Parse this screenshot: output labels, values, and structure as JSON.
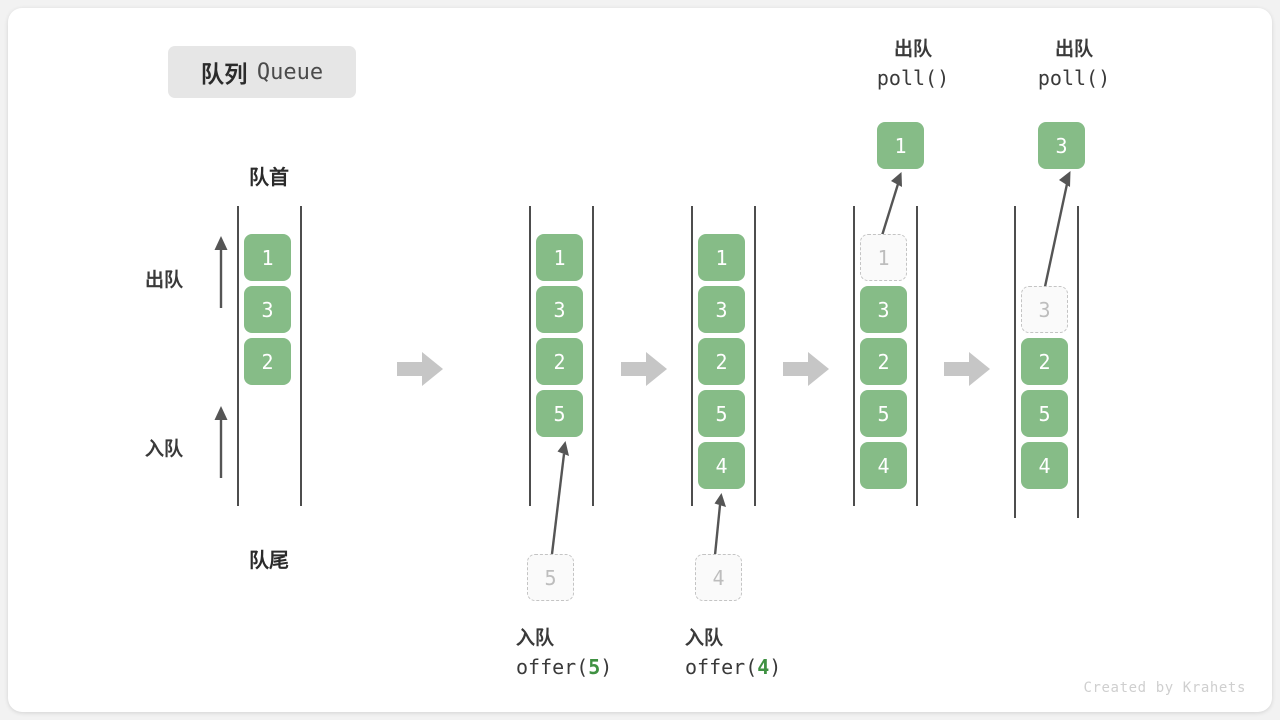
{
  "title": {
    "cn": "队列",
    "en": "Queue"
  },
  "labels": {
    "head": "队首",
    "tail": "队尾",
    "dequeue": "出队",
    "enqueue": "入队"
  },
  "colors": {
    "element_fill": "#86bc87",
    "element_text": "#ffffff",
    "ghost_border": "#c4c4c4",
    "ghost_text": "#bdbdbd",
    "rail": "#4d4d4d",
    "step_arrow": "#c6c6c6",
    "accent_code": "#3f9142",
    "chip_bg": "#e6e6e6",
    "card_bg": "#ffffff",
    "page_bg": "#f2f2f2"
  },
  "credit": "Created by Krahets",
  "columns": [
    {
      "id": "state-initial",
      "cells": [
        {
          "value": "1",
          "state": "filled"
        },
        {
          "value": "3",
          "state": "filled"
        },
        {
          "value": "2",
          "state": "filled"
        }
      ]
    },
    {
      "id": "state-after-offer-5",
      "cells": [
        {
          "value": "1",
          "state": "filled"
        },
        {
          "value": "3",
          "state": "filled"
        },
        {
          "value": "2",
          "state": "filled"
        },
        {
          "value": "5",
          "state": "filled"
        }
      ],
      "incoming": {
        "value": "5",
        "state": "ghost"
      },
      "caption": {
        "cn": "入队",
        "code_prefix": "offer(",
        "code_arg": "5",
        "code_suffix": ")"
      }
    },
    {
      "id": "state-after-offer-4",
      "cells": [
        {
          "value": "1",
          "state": "filled"
        },
        {
          "value": "3",
          "state": "filled"
        },
        {
          "value": "2",
          "state": "filled"
        },
        {
          "value": "5",
          "state": "filled"
        },
        {
          "value": "4",
          "state": "filled"
        }
      ],
      "incoming": {
        "value": "4",
        "state": "ghost"
      },
      "caption": {
        "cn": "入队",
        "code_prefix": "offer(",
        "code_arg": "4",
        "code_suffix": ")"
      }
    },
    {
      "id": "state-after-poll-1",
      "cells": [
        {
          "value": "1",
          "state": "ghost"
        },
        {
          "value": "3",
          "state": "filled"
        },
        {
          "value": "2",
          "state": "filled"
        },
        {
          "value": "5",
          "state": "filled"
        },
        {
          "value": "4",
          "state": "filled"
        }
      ],
      "outgoing": {
        "value": "1",
        "state": "filled"
      },
      "caption": {
        "cn": "出队",
        "code": "poll()"
      }
    },
    {
      "id": "state-after-poll-3",
      "cells": [
        {
          "value": "",
          "state": "empty"
        },
        {
          "value": "3",
          "state": "ghost"
        },
        {
          "value": "2",
          "state": "filled"
        },
        {
          "value": "5",
          "state": "filled"
        },
        {
          "value": "4",
          "state": "filled"
        }
      ],
      "outgoing": {
        "value": "3",
        "state": "filled"
      },
      "caption": {
        "cn": "出队",
        "code": "poll()"
      }
    }
  ]
}
